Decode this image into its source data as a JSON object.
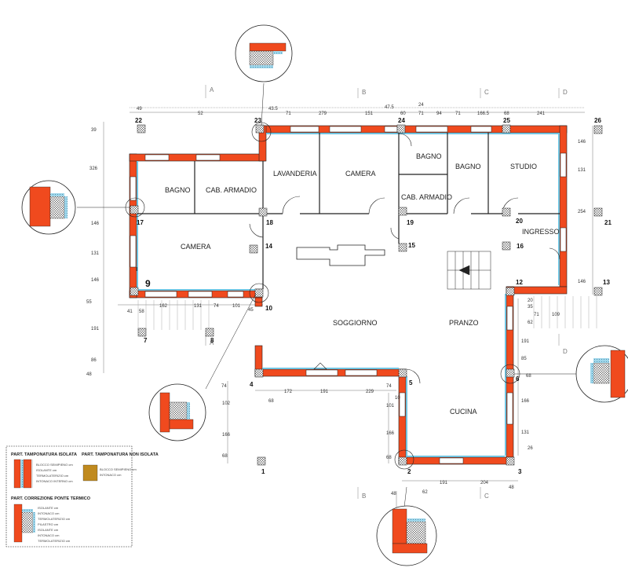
{
  "rooms": {
    "bagno_left": "BAGNO",
    "cab_armadio_left": "CAB. ARMADIO",
    "camera_left": "CAMERA",
    "lavanderia": "LAVANDERIA",
    "camera_center": "CAMERA",
    "bagno_small": "BAGNO",
    "cab_armadio_center": "CAB. ARMADIO",
    "bagno_right": "BAGNO",
    "studio": "STUDIO",
    "ingresso": "INGRESSO",
    "soggiorno": "SOGGIORNO",
    "pranzo": "PRANZO",
    "cucina": "CUCINA"
  },
  "pillars": {
    "p1": "1",
    "p2": "2",
    "p3": "3",
    "p4": "4",
    "p5": "5",
    "p6": "6",
    "p7": "7",
    "p8": "8",
    "p9": "9",
    "p10": "10",
    "p12": "12",
    "p13": "13",
    "p14": "14",
    "p15": "15",
    "p16": "16",
    "p17": "17",
    "p18": "18",
    "p19": "19",
    "p20": "20",
    "p21": "21",
    "p22": "22",
    "p23": "23",
    "p24": "24",
    "p25": "25",
    "p26": "26"
  },
  "sections": {
    "a_top": "A",
    "b_top": "B",
    "c_top": "C",
    "d_top": "D",
    "a_bottom": "A",
    "b_bottom": "B",
    "c_bottom": "C",
    "d_bottom": "D"
  },
  "dims_top": [
    "49",
    "52",
    "43.5",
    "71",
    "279",
    "151",
    "47.5",
    "60",
    "24",
    "71",
    "94",
    "71",
    "166.5",
    "68",
    "241"
  ],
  "dims_left": [
    "39",
    "326",
    "146",
    "131",
    "146",
    "55",
    "191",
    "86",
    "48"
  ],
  "dims_right": [
    "146",
    "131",
    "254",
    "146",
    "20",
    "35",
    "71",
    "109",
    "62",
    "191",
    "85",
    "68",
    "166",
    "131",
    "26"
  ],
  "dims_middle": [
    "41",
    "58",
    "162",
    "131",
    "74",
    "101",
    "45",
    "74",
    "172",
    "191",
    "229",
    "74",
    "68",
    "102",
    "166",
    "68",
    "101",
    "10",
    "166",
    "68",
    "48",
    "62",
    "191",
    "204",
    "48"
  ],
  "legend": {
    "title_isolata": "PART. TAMPONATURA ISOLATA",
    "title_non_isolata": "PART. TAMPONATURA NON ISOLATA",
    "title_ponte": "PART. CORREZIONE PONTE TERMICO",
    "isolata_lines": [
      "BLOCCO SEMIPIENO cm",
      "ISOLANTE cm",
      "TERMOLATERIZIO cm",
      "INTONACO INTERNO cm"
    ],
    "non_isolata_lines": [
      "BLOCCO SEMIPIENO cm",
      "INTONACO cm"
    ],
    "ponte_lines": [
      "ISOLANTE cm",
      "INTONACO cm",
      "TERMOLATERIZIO cm",
      "PILASTRO cm",
      "ISOLANTE cm",
      "INTONACO cm",
      "TERMOLATERIZIO cm"
    ]
  },
  "colors": {
    "wall_insulated": "#f04a1e",
    "wall_non_insulated": "#c08a1e",
    "insulation": "#6fc3e0",
    "pillar_hatch": "#555555",
    "line": "#222222"
  }
}
